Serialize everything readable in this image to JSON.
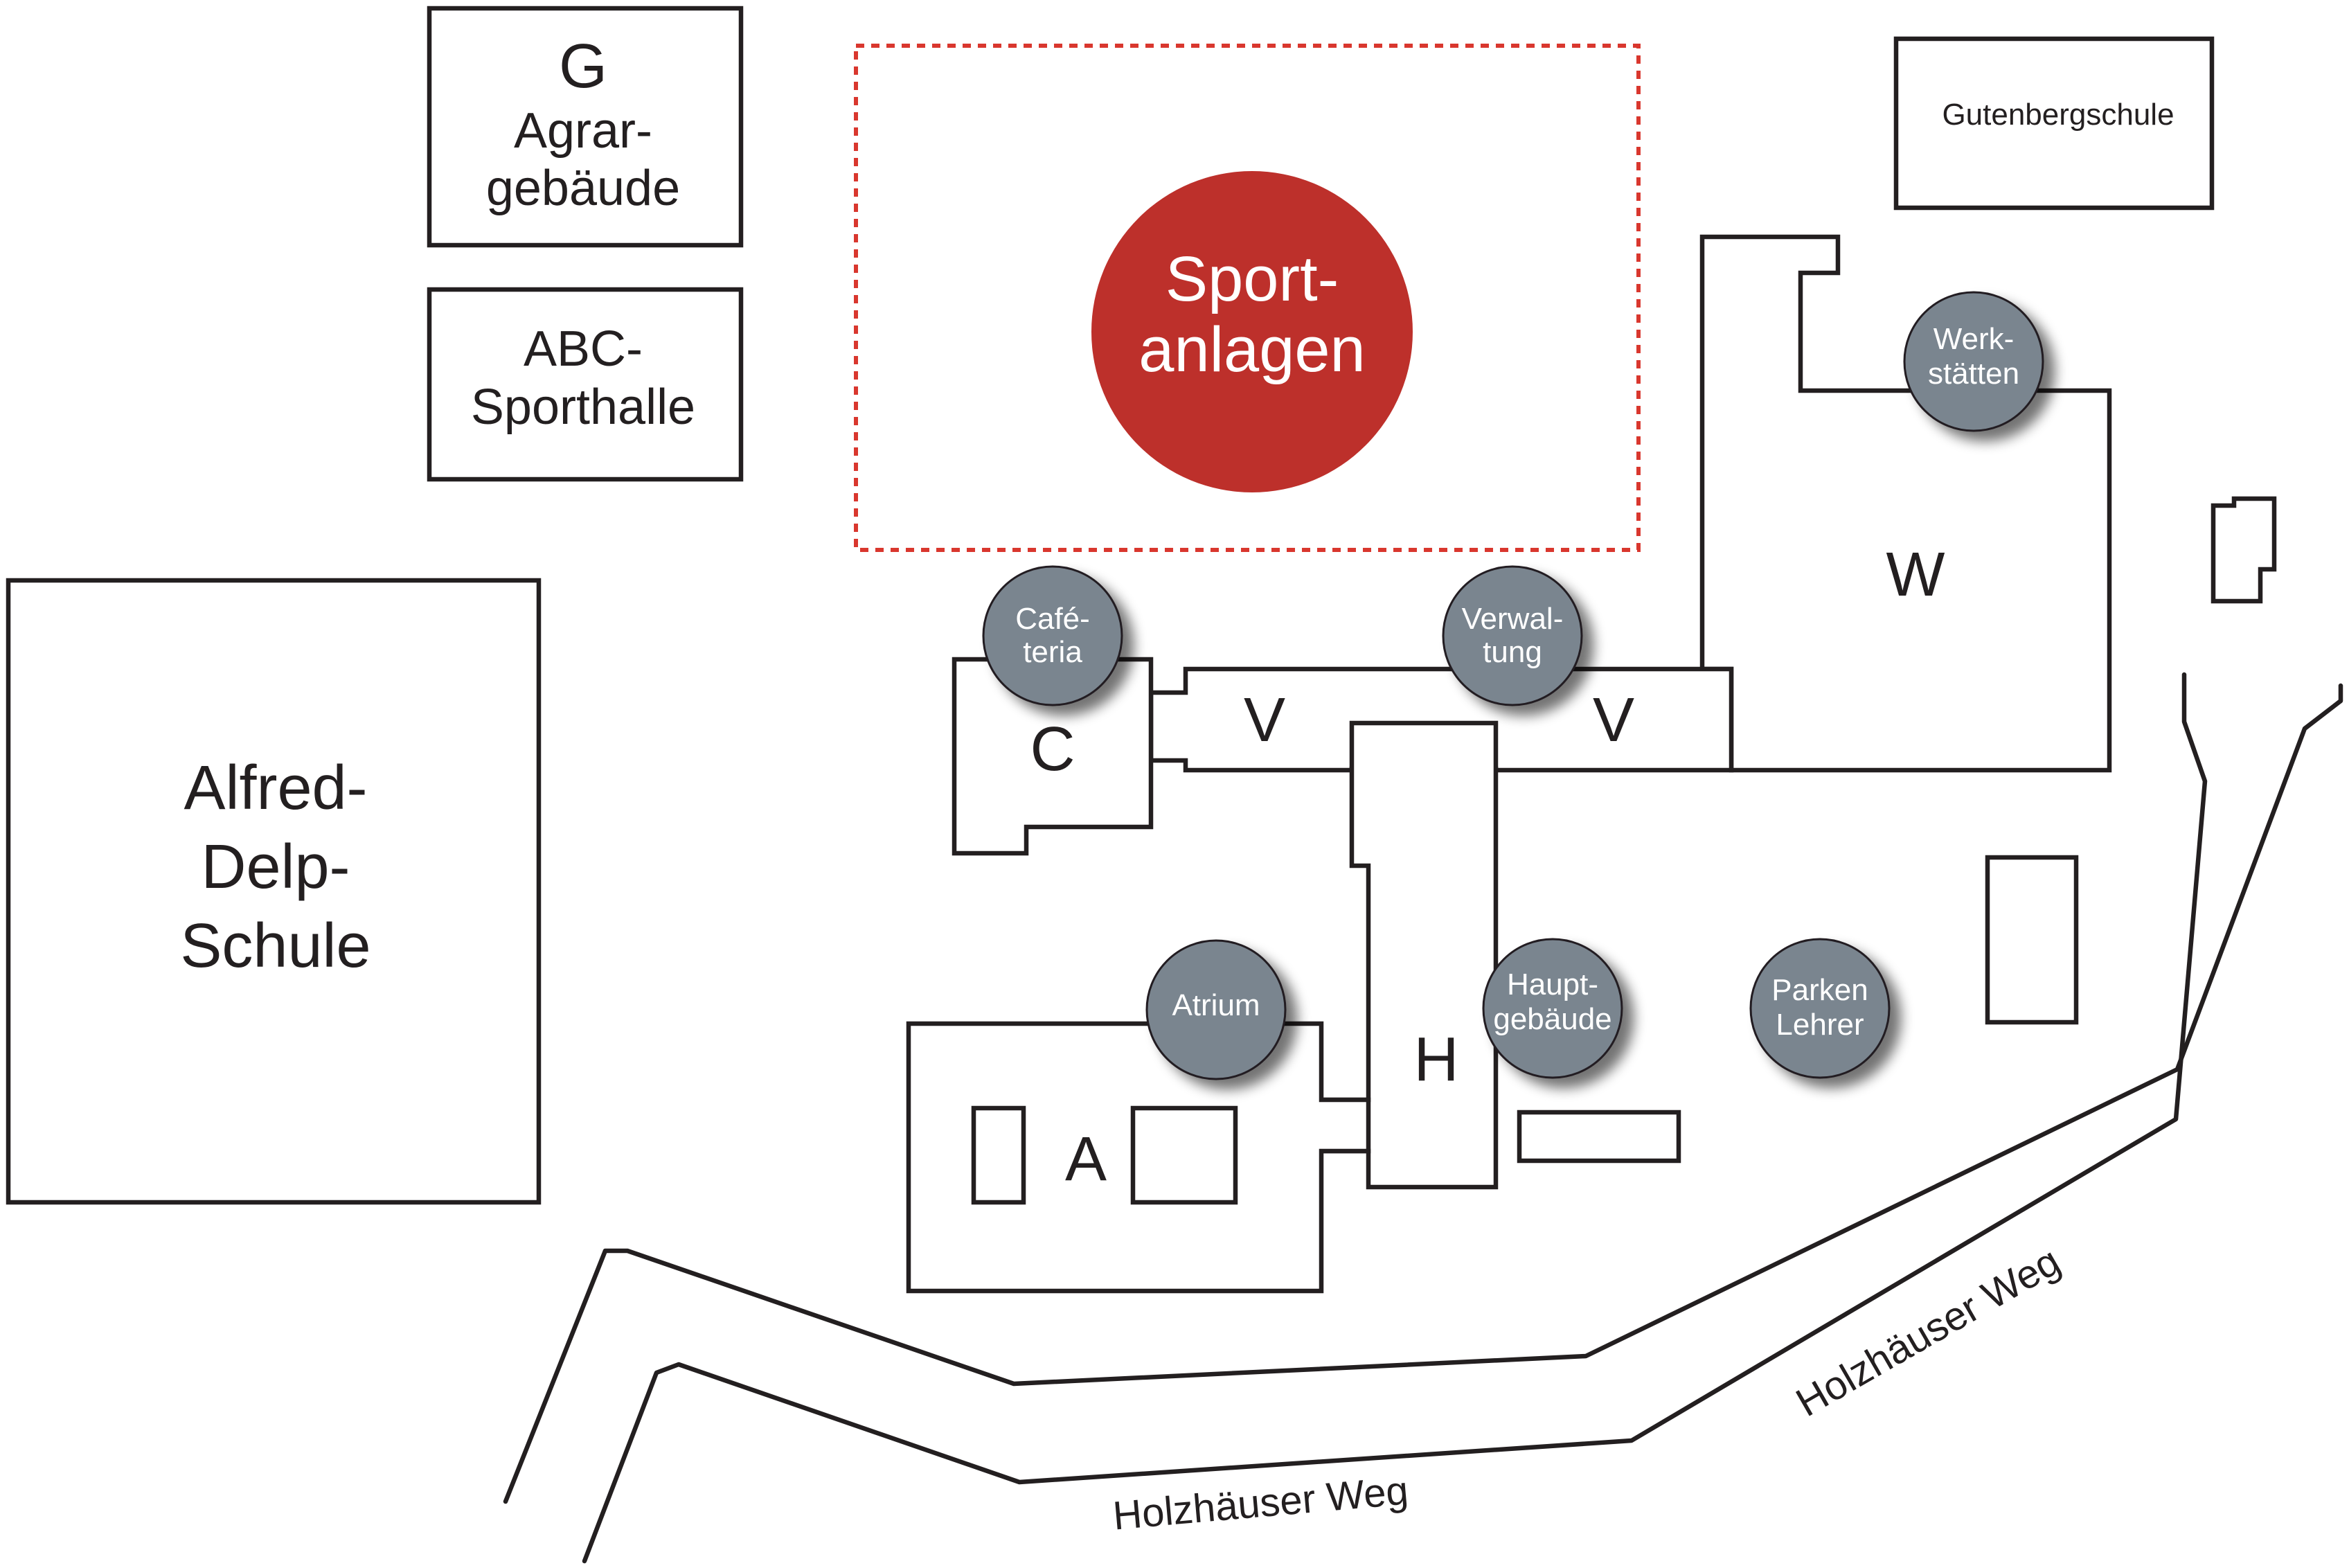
{
  "buildings": {
    "agrar": {
      "letter": "G",
      "line1": "Agrar-",
      "line2": "gebäude"
    },
    "abc_sporthalle": {
      "line1": "ABC-",
      "line2": "Sporthalle"
    },
    "alfred_delp": {
      "line1": "Alfred-",
      "line2": "Delp-",
      "line3": "Schule"
    },
    "gutenbergschule": {
      "label": "Gutenbergschule"
    },
    "c": {
      "letter": "C"
    },
    "v_left": {
      "letter": "V"
    },
    "v_right": {
      "letter": "V"
    },
    "w": {
      "letter": "W"
    },
    "h": {
      "letter": "H"
    },
    "a": {
      "letter": "A"
    }
  },
  "sport": {
    "line1": "Sport-",
    "line2": "anlagen",
    "color": "#bd302b"
  },
  "poi_color": "#7a858f",
  "pois": {
    "cafeteria": {
      "line1": "Café-",
      "line2": "teria"
    },
    "verwaltung": {
      "line1": "Verwal-",
      "line2": "tung"
    },
    "werkstaetten": {
      "line1": "Werk-",
      "line2": "stätten"
    },
    "atrium": {
      "line1": "Atrium"
    },
    "hauptgebaeude": {
      "line1": "Haupt-",
      "line2": "gebäude"
    },
    "parken_lehrer": {
      "line1": "Parken",
      "line2": "Lehrer"
    }
  },
  "roads": {
    "lower": "Holzhäuser Weg",
    "right": "Holzhäuser Weg"
  }
}
